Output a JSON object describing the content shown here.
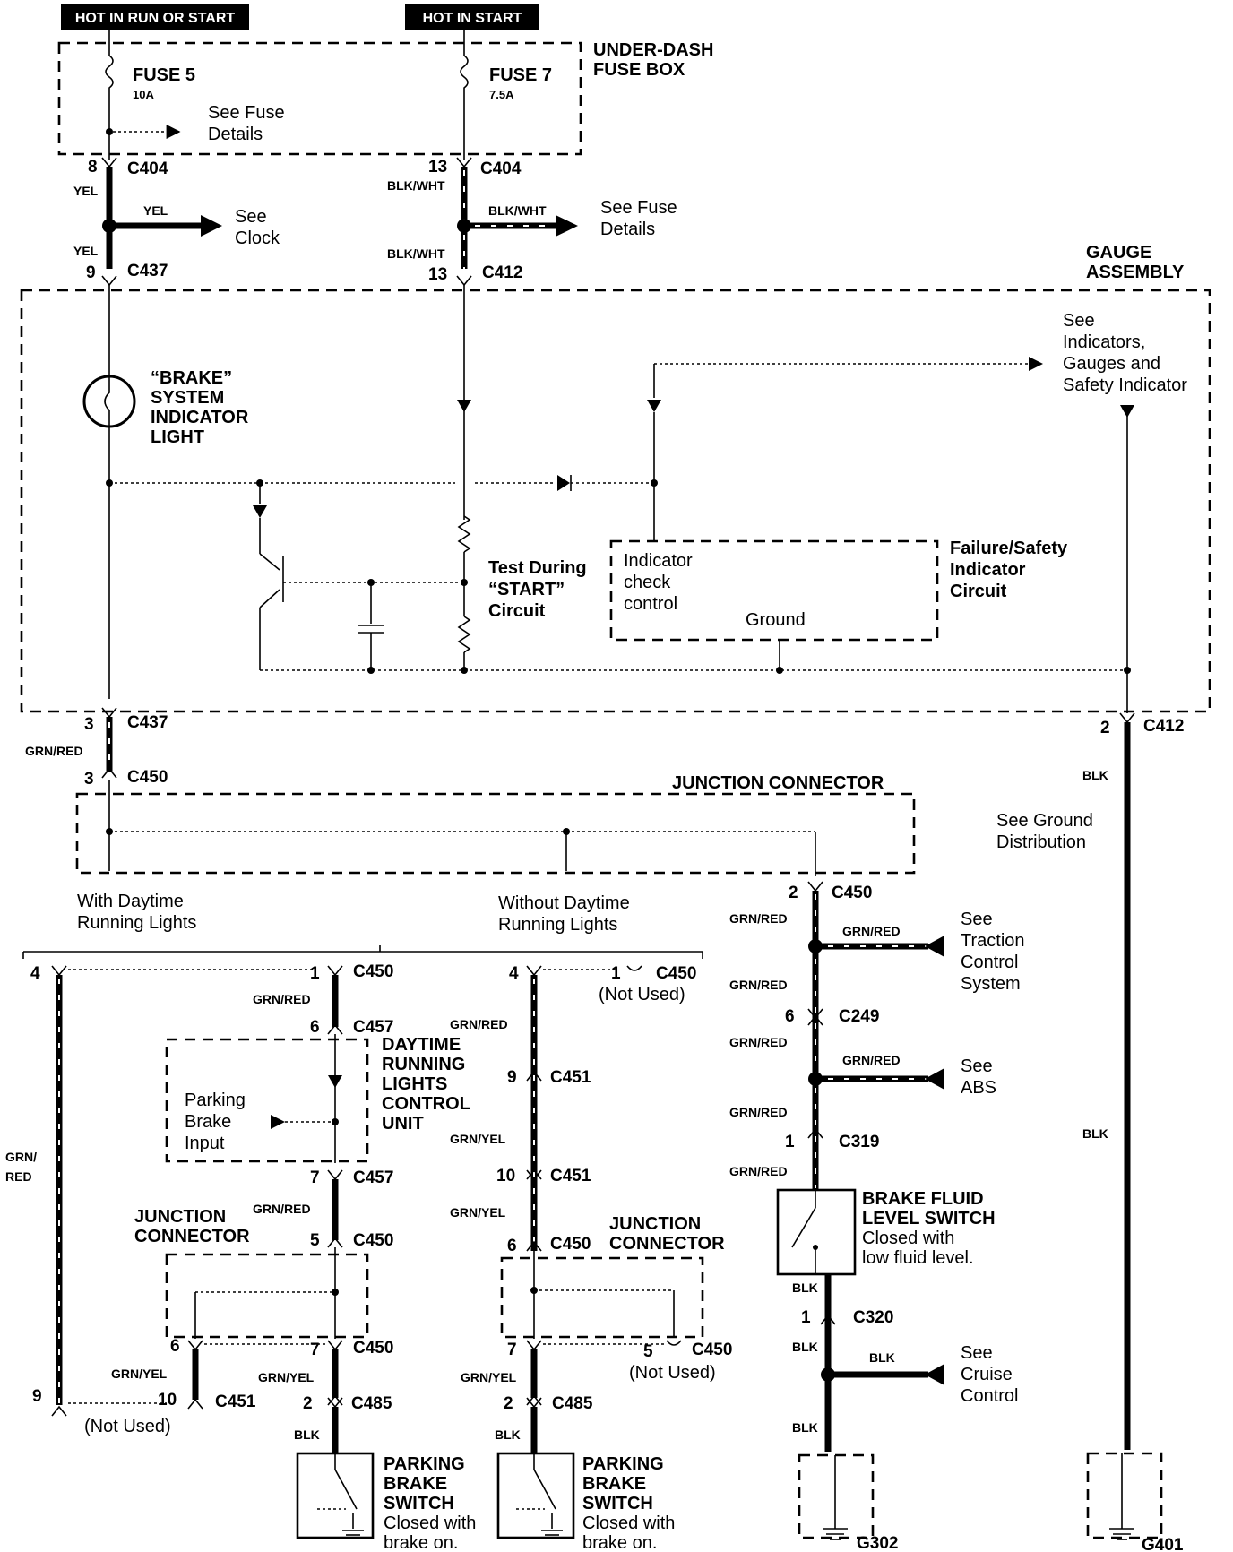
{
  "headers": {
    "hot_run_start": "HOT IN RUN OR START",
    "hot_start": "HOT IN START"
  },
  "fuse_box": {
    "line1": "UNDER-DASH",
    "line2": "FUSE BOX"
  },
  "fuses": [
    {
      "name": "FUSE 5",
      "rating": "10A"
    },
    {
      "name": "FUSE 7",
      "rating": "7.5A"
    }
  ],
  "gauge_assembly": {
    "line1": "GAUGE",
    "line2": "ASSEMBLY"
  },
  "refs": {
    "fuse_details_1": [
      "See Fuse",
      "Details"
    ],
    "clock": [
      "See",
      "Clock"
    ],
    "fuse_details_2": [
      "See Fuse",
      "Details"
    ],
    "indicators": [
      "See",
      "Indicators,",
      "Gauges and",
      "Safety Indicator"
    ],
    "ground_dist": [
      "See Ground",
      "Distribution"
    ],
    "traction": [
      "See",
      "Traction",
      "Control",
      "System"
    ],
    "abs": [
      "See",
      "ABS"
    ],
    "cruise": [
      "See",
      "Cruise",
      "Control"
    ]
  },
  "components": {
    "brake_light": [
      "“BRAKE”",
      "SYSTEM",
      "INDICATOR",
      "LIGHT"
    ],
    "test_circuit": [
      "Test During",
      "“START”",
      "Circuit"
    ],
    "indicator_check": [
      "Indicator",
      "check",
      "control"
    ],
    "ground": "Ground",
    "failure_safety": [
      "Failure/Safety",
      "Indicator",
      "Circuit"
    ],
    "junction_connector": "JUNCTION CONNECTOR",
    "with_drl": [
      "With Daytime",
      "Running Lights"
    ],
    "without_drl": [
      "Without Daytime",
      "Running Lights"
    ],
    "drl_unit": [
      "DAYTIME",
      "RUNNING",
      "LIGHTS",
      "CONTROL",
      "UNIT"
    ],
    "parking_brake_input": [
      "Parking",
      "Brake",
      "Input"
    ],
    "junction_left": [
      "JUNCTION",
      "CONNECTOR"
    ],
    "junction_right": [
      "JUNCTION",
      "CONNECTOR"
    ],
    "brake_fluid_switch": [
      "BRAKE FLUID",
      "LEVEL SWITCH",
      "Closed with",
      "low fluid level."
    ],
    "parking_switch_left": [
      "PARKING",
      "BRAKE",
      "SWITCH",
      "Closed with",
      "brake on."
    ],
    "parking_switch_right": [
      "PARKING",
      "BRAKE",
      "SWITCH",
      "Closed with",
      "brake on."
    ],
    "not_used": "(Not Used)",
    "g302": "G302",
    "g401": "G401"
  },
  "connectors": {
    "c404a": {
      "pin": "8",
      "name": "C404"
    },
    "c404b": {
      "pin": "13",
      "name": "C404"
    },
    "c437a": {
      "pin": "9",
      "name": "C437"
    },
    "c412a": {
      "pin": "13",
      "name": "C412"
    },
    "c437b": {
      "pin": "3",
      "name": "C437"
    },
    "c450a": {
      "pin": "3",
      "name": "C450"
    },
    "c412b": {
      "pin": "2",
      "name": "C412"
    },
    "c450b": {
      "pin": "2",
      "name": "C450"
    },
    "c249": {
      "pin": "6",
      "name": "C249"
    },
    "c319": {
      "pin": "1",
      "name": "C319"
    },
    "c320": {
      "pin": "1",
      "name": "C320"
    },
    "c450_l1": {
      "pin": "4",
      "name": ""
    },
    "c450_l2": {
      "pin": "1",
      "name": "C450"
    },
    "c457a": {
      "pin": "6",
      "name": "C457"
    },
    "c457b": {
      "pin": "7",
      "name": "C457"
    },
    "c450_l3": {
      "pin": "5",
      "name": "C450"
    },
    "c450_l4": {
      "pin": "6",
      "name": ""
    },
    "c450_l5": {
      "pin": "7",
      "name": "C450"
    },
    "c451_l": {
      "pin": "9",
      "name": ""
    },
    "c451_l2": {
      "pin": "10",
      "name": "C451"
    },
    "c485a": {
      "pin": "2",
      "name": "C485"
    },
    "c450_m1": {
      "pin": "4",
      "name": ""
    },
    "c450_m2": {
      "pin": "1",
      "name": "C450"
    },
    "c451_m1": {
      "pin": "9",
      "name": "C451"
    },
    "c451_m2": {
      "pin": "10",
      "name": "C451"
    },
    "c450_m3": {
      "pin": "6",
      "name": "C450"
    },
    "c450_m4": {
      "pin": "7",
      "name": ""
    },
    "c450_m5": {
      "pin": "5",
      "name": "C450"
    },
    "c485b": {
      "pin": "2",
      "name": "C485"
    }
  },
  "wires": {
    "yel": "YEL",
    "blk_wht": "BLK/WHT",
    "grn_red": "GRN/RED",
    "grn_yel": "GRN/YEL",
    "blk": "BLK",
    "grn": "GRN/",
    "red": "RED"
  }
}
